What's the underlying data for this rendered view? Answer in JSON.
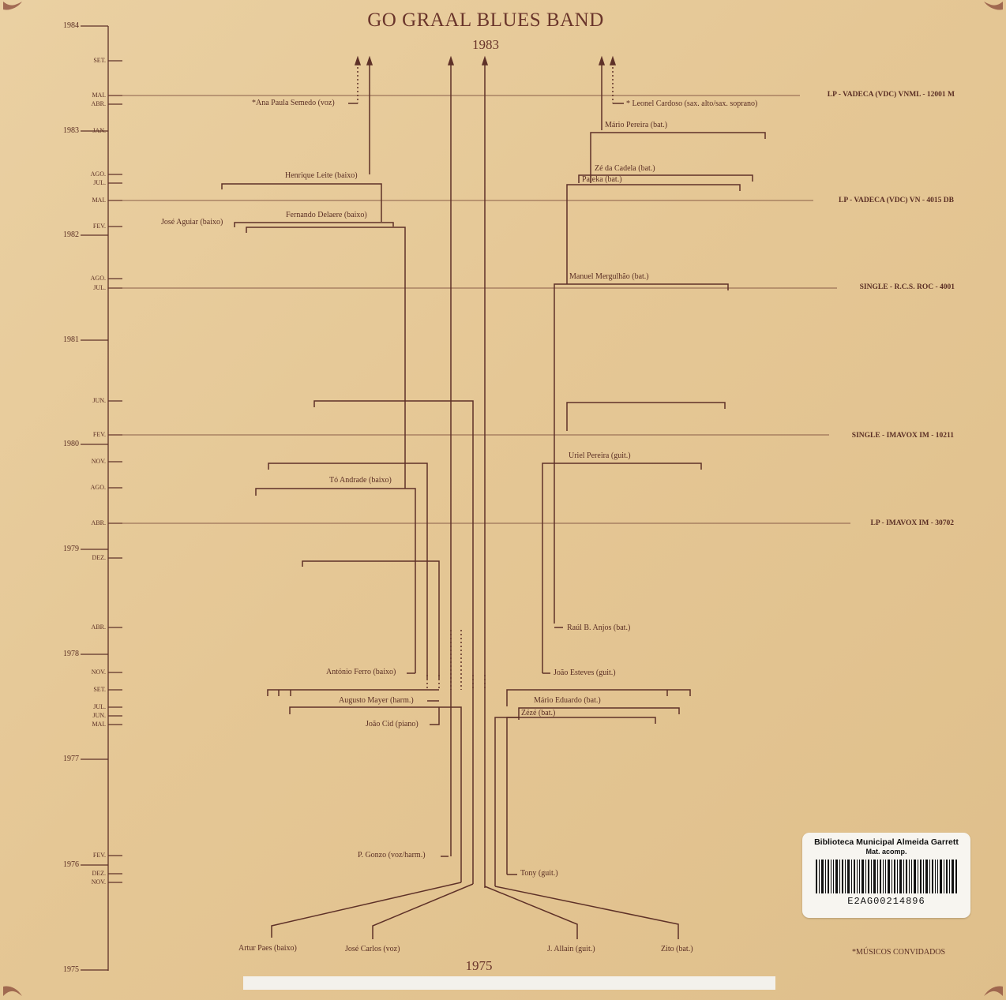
{
  "title": "GO GRAAL BLUES BAND",
  "year_top": "1983",
  "year_bottom": "1975",
  "note": "*MÚSICOS CONVIDADOS",
  "timeline": {
    "years": [
      "1984",
      "1983",
      "1982",
      "1981",
      "1980",
      "1979",
      "1978",
      "1977",
      "1976",
      "1975"
    ],
    "months": [
      "SET.",
      "MAI.",
      "ABR.",
      "JAN.",
      "AGO.",
      "JUL.",
      "MAI.",
      "FEV.",
      "AGO.",
      "JUL.",
      "JUN.",
      "FEV.",
      "NOV.",
      "AGO.",
      "ABR.",
      "DEZ.",
      "ABR.",
      "NOV.",
      "SET.",
      "JUL.",
      "JUN.",
      "MAI.",
      "FEV.",
      "DEZ.",
      "NOV."
    ]
  },
  "releases": [
    "LP - VADECA (VDC) VNML - 12001 M",
    "LP - VADECA (VDC) VN - 4015 DB",
    "SINGLE - R.C.S. ROC - 4001",
    "SINGLE - IMAVOX IM - 10211",
    "LP - IMAVOX IM - 30702"
  ],
  "musicians": {
    "ana_paula": "*Ana Paula Semedo (voz)",
    "leonel": "* Leonel Cardoso (sax. alto/sax. soprano)",
    "mario_pereira": "Mário Pereira (bat.)",
    "henrique": "Henrique Leite (baixo)",
    "ze_cadela": "Zé da Cadela (bat.)",
    "paleka": "Paleka (bat.)",
    "fernando": "Fernando Delaere (baixo)",
    "jose_aguiar": "José Aguiar (baixo)",
    "manuel": "Manuel Mergulhão (bat.)",
    "uriel": "Uriel Pereira (guit.)",
    "to_andrade": "Tó Andrade (baixo)",
    "raul": "Raúl B. Anjos (bat.)",
    "antonio": "António Ferro (baixo)",
    "joao_esteves": "João Esteves (guit.)",
    "augusto": "Augusto Mayer (harm.)",
    "mario_eduardo": "Mário Eduardo (bat.)",
    "zeze": "Zézé (bat.)",
    "joao_cid": "João Cid (piano)",
    "gonzo": "P. Gonzo (voz/harm.)",
    "tony": "Tony (guit.)",
    "artur": "Artur Paes (baixo)",
    "jose_carlos": "José Carlos (voz)",
    "allain": "J. Allain (guit.)",
    "zito": "Zito (bat.)"
  },
  "sticker": {
    "library": "Biblioteca Municipal Almeida Garrett",
    "note": "Mat. acomp.",
    "code": "E2AG00214896"
  },
  "colors": {
    "paper": "#e6c99a",
    "ink": "#5a2e24"
  }
}
